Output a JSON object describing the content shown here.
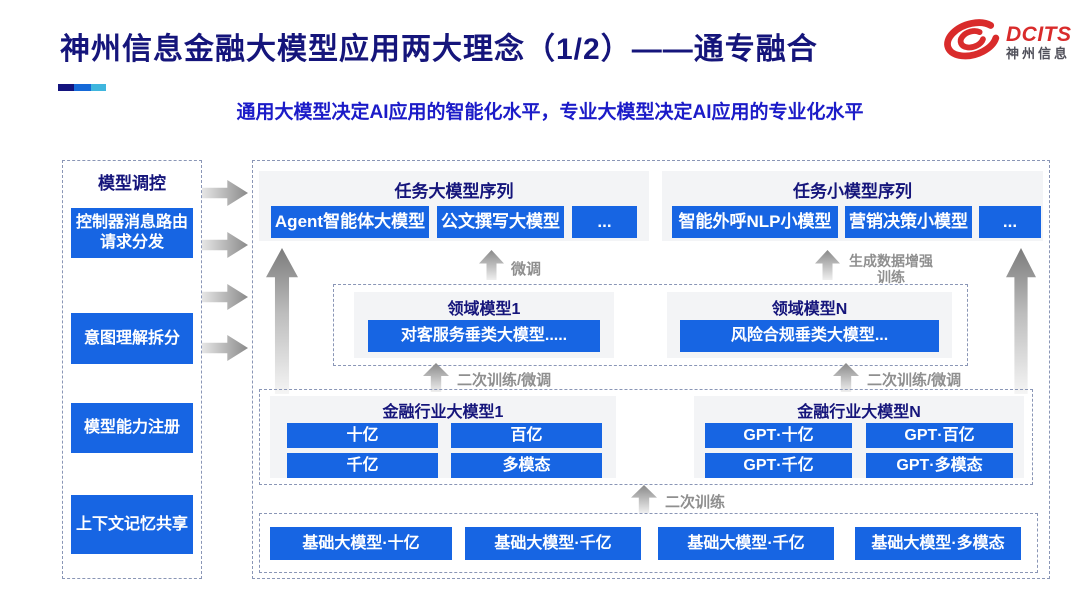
{
  "page": {
    "title": "神州信息金融大模型应用两大理念（1/2）——通专融合",
    "subtitle": "通用大模型决定AI应用的智能化水平，专业大模型决定AI应用的专业化水平"
  },
  "logo": {
    "name": "DCITS",
    "cn_name": "神州信息"
  },
  "sidebar": {
    "title": "模型调控",
    "items": [
      "控制器消息路由请求分发",
      "意图理解拆分",
      "模型能力注册",
      "上下文记忆共享"
    ]
  },
  "task_large_models": {
    "title": "任务大模型序列",
    "items": [
      "Agent智能体大模型",
      "公文撰写大模型",
      "..."
    ]
  },
  "task_small_models": {
    "title": "任务小模型序列",
    "items": [
      "智能外呼NLP小模型",
      "营销决策小模型",
      "..."
    ]
  },
  "domain_models": {
    "left": {
      "title": "领域模型1",
      "model": "对客服务垂类大模型....."
    },
    "right": {
      "title": "领域模型N",
      "model": "风险合规垂类大模型..."
    }
  },
  "industry_models": {
    "left": {
      "title": "金融行业大模型1",
      "items": [
        "十亿",
        "百亿",
        "千亿",
        "多模态"
      ]
    },
    "right": {
      "title": "金融行业大模型N",
      "items": [
        "GPT·十亿",
        "GPT·百亿",
        "GPT·千亿",
        "GPT·多模态"
      ]
    }
  },
  "base_models": {
    "items": [
      "基础大模型·十亿",
      "基础大模型·千亿",
      "基础大模型·千亿",
      "基础大模型·多模态"
    ]
  },
  "flow_labels": {
    "finetune": "微调",
    "generate_train": "生成数据增强训练",
    "retrain_finetune": "二次训练/微调",
    "retrain": "二次训练"
  },
  "icons": {
    "up-arrow-icon": "gray gradient upward flow arrow (CSS clip-path shape)",
    "right-arrow-icon": "gray gradient rightward flow arrow (CSS clip-path shape)",
    "dcits-logo-swirl-icon": "red spiral brand mark (inline SVG)"
  },
  "colors": {
    "button_blue": "#1765E3",
    "heading_navy": "#15157B",
    "subtitle_blue": "#1B1BC8",
    "flow_label_gray": "#8F8F8F",
    "logo_red": "#D92B2B",
    "panel_gray": "#F3F4F6",
    "dashed_border": "#8A96B6"
  }
}
